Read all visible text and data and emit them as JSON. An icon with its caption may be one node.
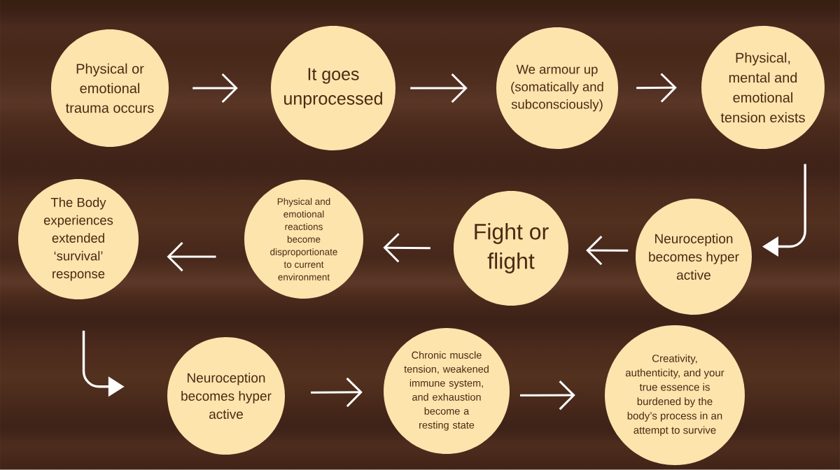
{
  "diagram": {
    "nodes": [
      {
        "text": [
          "Physical or emotional trauma occurs"
        ]
      },
      {
        "text": [
          "It goes unprocessed"
        ]
      },
      {
        "text": [
          "We armour up (somatically and subconsciously)"
        ]
      },
      {
        "text": [
          "Physical, mental and emotional tension exists"
        ]
      },
      {
        "text": [
          "Neuroception becomes hyper active"
        ]
      },
      {
        "text": [
          "Fight or flight"
        ]
      },
      {
        "text": [
          "Physical and emotional reactions become disproportionate to current environment"
        ]
      },
      {
        "text": [
          "The Body experiences extended ‘survival’ response"
        ]
      },
      {
        "text": [
          "Neuroception becomes hyper active"
        ]
      },
      {
        "text": [
          "Chronic muscle tension, weakened immune system, and exhaustion become a resting state"
        ]
      },
      {
        "text": [
          "Creativity, authenticity, and your true essence is burdened by the body’s process in an attempt to survive"
        ]
      }
    ],
    "edges": [
      {
        "from": 0,
        "to": 1,
        "arrow": "to"
      },
      {
        "from": 1,
        "to": 2,
        "arrow": "to"
      },
      {
        "from": 2,
        "to": 3,
        "arrow": "to"
      },
      {
        "from": 3,
        "to": 4,
        "arrow": "to"
      },
      {
        "from": 4,
        "to": 5,
        "arrow": "to"
      },
      {
        "from": 5,
        "to": 6,
        "arrow": "to"
      },
      {
        "from": 6,
        "to": 7,
        "arrow": "to"
      },
      {
        "from": 7,
        "to": 8,
        "arrow": "to"
      },
      {
        "from": 8,
        "to": 9,
        "arrow": "to"
      },
      {
        "from": 9,
        "to": 10,
        "arrow": "to"
      }
    ]
  }
}
